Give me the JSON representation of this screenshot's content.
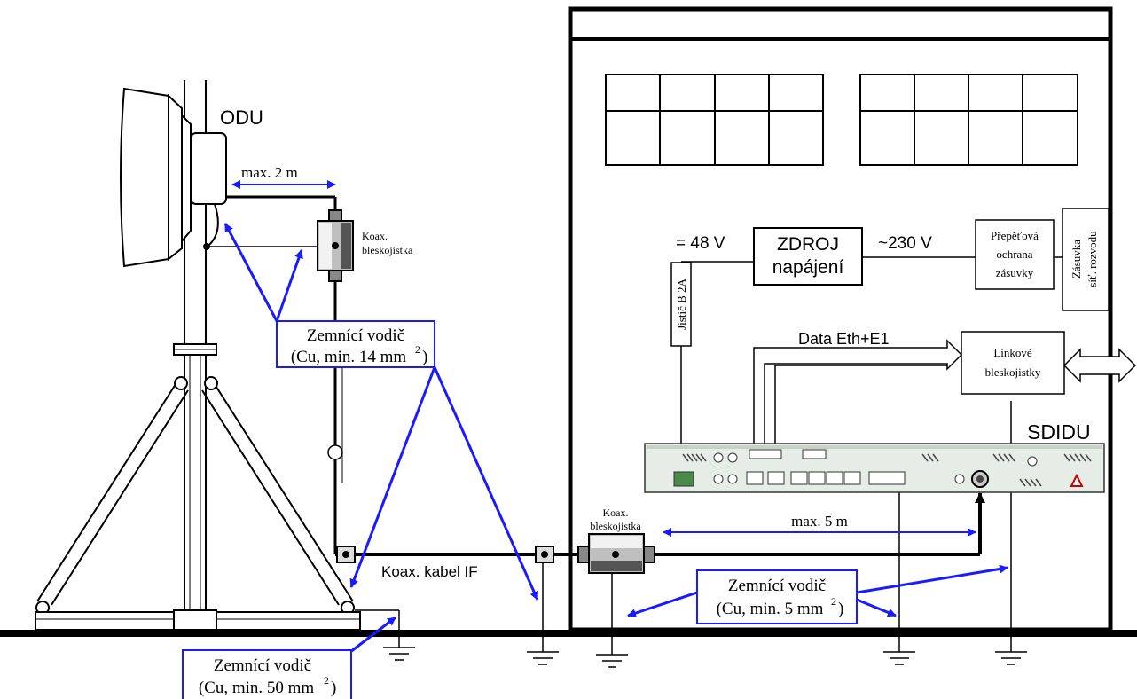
{
  "labels": {
    "odu": "ODU",
    "max_2m": "max. 2 m",
    "koax_blesk_top_1": "Koax.",
    "koax_blesk_top_2": "bleskojistka",
    "koax_blesk_bottom_1": "Koax.",
    "koax_blesk_bottom_2": "bleskojistka",
    "zemnici_1_line1": "Zemnící vodič",
    "zemnici_1_line2": "(Cu,  min. 14 mm",
    "zemnici_1_sup": "2",
    "zemnici_1_close": ")",
    "zemnici_2_line1": "Zemnící vodič",
    "zemnici_2_line2": "(Cu,  min. 50 mm",
    "zemnici_2_sup": "2",
    "zemnici_2_close": ")",
    "zemnici_3_line1": "Zemnící vodič",
    "zemnici_3_line2": "(Cu,  min. 5 mm",
    "zemnici_3_sup": "2",
    "zemnici_3_close": ")",
    "koax_kabel_if": "Koax. kabel IF",
    "max_5m": "max.  5 m",
    "eq_48v": "= 48 V",
    "zdroj_1": "ZDROJ",
    "zdroj_2": "napájení",
    "ac_230v": "~230 V",
    "prepet_1": "Přepěťová",
    "prepet_2": "ochrana",
    "prepet_3": "zásuvky",
    "zasuvka_1": "Zásuvka",
    "zasuvka_2": "síť. rozvodu",
    "jistic": "Jistič B 2A",
    "data_eth": "Data Eth+E1",
    "linkove_1": "Linkové",
    "linkove_2": "bleskojistky",
    "sdidu": "SDIDU"
  },
  "colors": {
    "line": "#000000",
    "blue": "#1a1aff",
    "box_border": "#1a1aff",
    "device_fill": "#e6ece6"
  },
  "icons": [
    "ground-symbol-icon",
    "surge-arrester-icon",
    "connector-icon",
    "warning-triangle-icon"
  ]
}
